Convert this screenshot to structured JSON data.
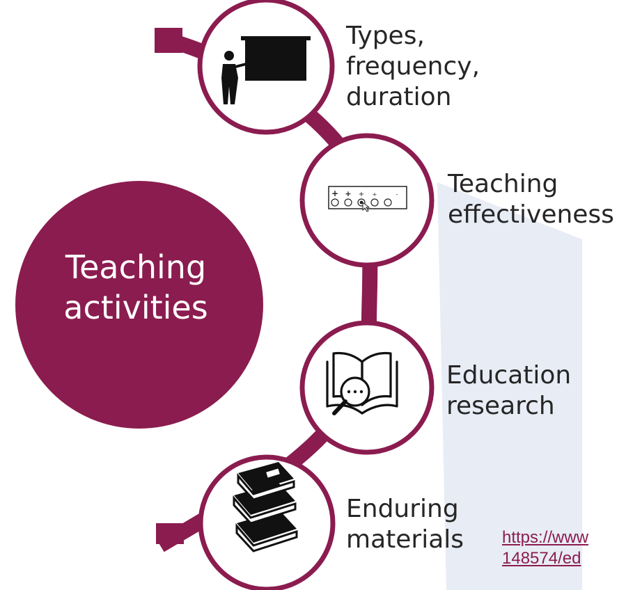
{
  "center": {
    "line1": "Teaching",
    "line2": "activities"
  },
  "items": [
    {
      "icon": "teacher-at-board-icon",
      "lines": [
        "Types,",
        "frequency,",
        "duration"
      ]
    },
    {
      "icon": "rating-scale-icon",
      "lines": [
        "Teaching",
        "effectiveness"
      ]
    },
    {
      "icon": "book-research-icon",
      "lines": [
        "Education",
        "research"
      ]
    },
    {
      "icon": "book-stack-icon",
      "lines": [
        "Enduring",
        "materials"
      ]
    }
  ],
  "rating_scale": {
    "marks": [
      "+",
      "+",
      "+",
      "+",
      "-"
    ]
  },
  "link": {
    "line1": "https://www",
    "line2": "148574/ed"
  },
  "colors": {
    "accent": "#8b1c4f",
    "text": "#262626",
    "panel": "#e8ecf5",
    "link": "#8b1c4f"
  }
}
